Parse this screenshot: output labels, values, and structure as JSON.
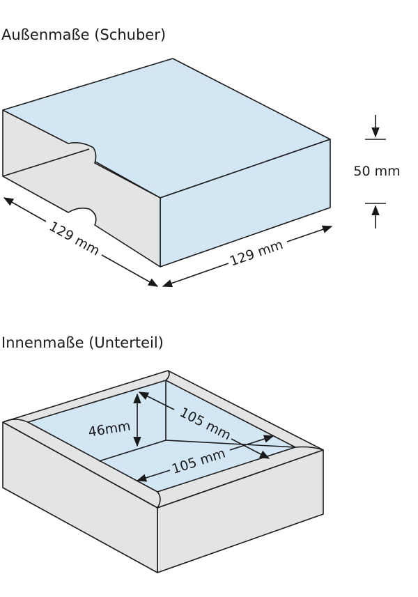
{
  "outer": {
    "title": "Außenmaße (Schuber)",
    "width_label": "129 mm",
    "depth_label": "129 mm",
    "height_label": "50 mm"
  },
  "inner": {
    "title": "Innenmaße (Unterteil)",
    "height_label": "46mm",
    "depth_label": "105 mm",
    "width_label": "105 mm"
  },
  "colors": {
    "face_light": "#d3e6f4",
    "face_grey": "#e3e5e4",
    "stroke": "#1a1a1a"
  }
}
